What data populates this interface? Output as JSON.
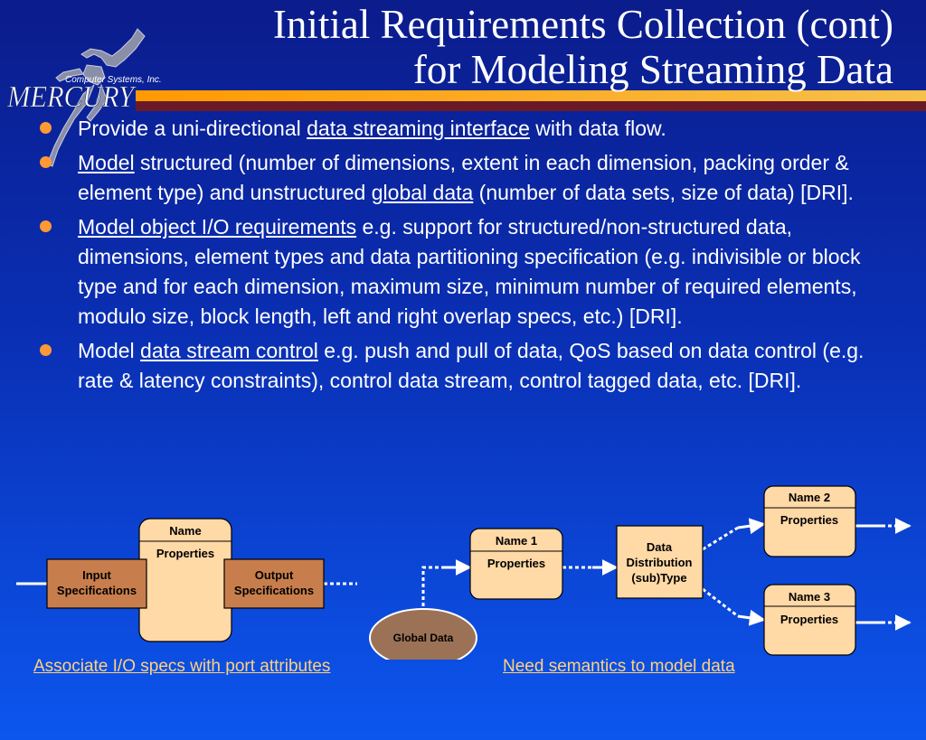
{
  "title": {
    "line1": "Initial Requirements Collection (cont)",
    "line2": "for Modeling Streaming Data"
  },
  "logo": {
    "company_small": "Computer Systems, Inc.",
    "brand": "MERCURY"
  },
  "bullets": [
    {
      "parts": [
        {
          "text": "Provide a uni-directional "
        },
        {
          "text": "data streaming interface",
          "u": true
        },
        {
          "text": " with data flow."
        }
      ]
    },
    {
      "parts": [
        {
          "text": "Model",
          "u": true
        },
        {
          "text": " structured (number of dimensions, extent in each dimension, packing order & element type) and unstructured "
        },
        {
          "text": "global data",
          "u": true
        },
        {
          "text": " (number of data sets, size of data) [DRI]."
        }
      ]
    },
    {
      "parts": [
        {
          "text": "Model object I/O requirements",
          "u": true
        },
        {
          "text": " e.g. support for structured/non-structured data, dimensions, element types and data partitioning specification (e.g. indivisible or block type and for each dimension, maximum size, minimum number of required elements, modulo size, block length, left and right overlap specs, etc.) [DRI]."
        }
      ]
    },
    {
      "parts": [
        {
          "text": "Model "
        },
        {
          "text": "data stream control",
          "u": true
        },
        {
          "text": " e.g. push and pull of data, QoS based on data control (e.g. rate & latency constraints), control data stream, control tagged data, etc. [DRI]."
        }
      ]
    }
  ],
  "diagram_left": {
    "name": "Name",
    "properties": "Properties",
    "input": [
      "Input",
      "Specifications"
    ],
    "output": [
      "Output",
      "Specifications"
    ]
  },
  "diagram_right": {
    "name1": "Name 1",
    "properties1": "Properties",
    "distribution": [
      "Data",
      "Distribution",
      "(sub)Type"
    ],
    "name2": "Name 2",
    "properties2": "Properties",
    "name3": "Name 3",
    "properties3": "Properties",
    "global": "Global Data"
  },
  "captions": {
    "left": "Associate I/O specs with port attributes",
    "right": "Need semantics to model data"
  },
  "colors": {
    "box_fill": "#ffd9a6",
    "spec_fill": "#c87e4c",
    "bullet": "#ff9933",
    "caption": "#ffd27a",
    "ellipse": "#9c7256"
  }
}
